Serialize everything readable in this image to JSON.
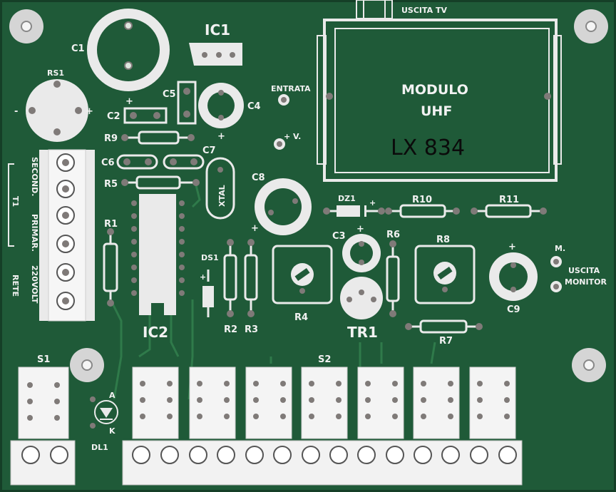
{
  "colors": {
    "board": "#1f5a38",
    "board_dark": "#184a2e",
    "silk": "#f2f2f2",
    "copper_pad": "#dfe6df",
    "hole": "#7f7a78",
    "trace": "#2f7a4a"
  },
  "labels": {
    "ic1": "IC1",
    "ic2": "IC2",
    "c1": "C1",
    "c2": "C2",
    "c3": "C3",
    "c4": "C4",
    "c5": "C5",
    "c6": "C6",
    "c7": "C7",
    "c8": "C8",
    "c9": "C9",
    "rs1": "RS1",
    "r1": "R1",
    "r2": "R2",
    "r3": "R3",
    "r4": "R4",
    "r5": "R5",
    "r6": "R6",
    "r7": "R7",
    "r8": "R8",
    "r9": "R9",
    "r10": "R10",
    "r11": "R11",
    "dz1": "DZ1",
    "ds1": "DS1",
    "dl1": "DL1",
    "tr1": "TR1",
    "s1": "S1",
    "s2": "S2",
    "xtal": "XTAL",
    "uscita_tv": "USCITA TV",
    "entrata": "ENTRATA",
    "plus_v": "+ V.",
    "uscita": "USCITA",
    "monitor": "MONITOR",
    "m": "M.",
    "second": "SECOND.",
    "t1": "T1",
    "primar": "PRIMAR.",
    "v220": "220VOLT",
    "rete": "RETE",
    "a": "A",
    "k": "K",
    "plus": "+",
    "minus": "-"
  },
  "module": {
    "line1": "MODULO",
    "line2": "UHF",
    "code": "LX 834"
  }
}
